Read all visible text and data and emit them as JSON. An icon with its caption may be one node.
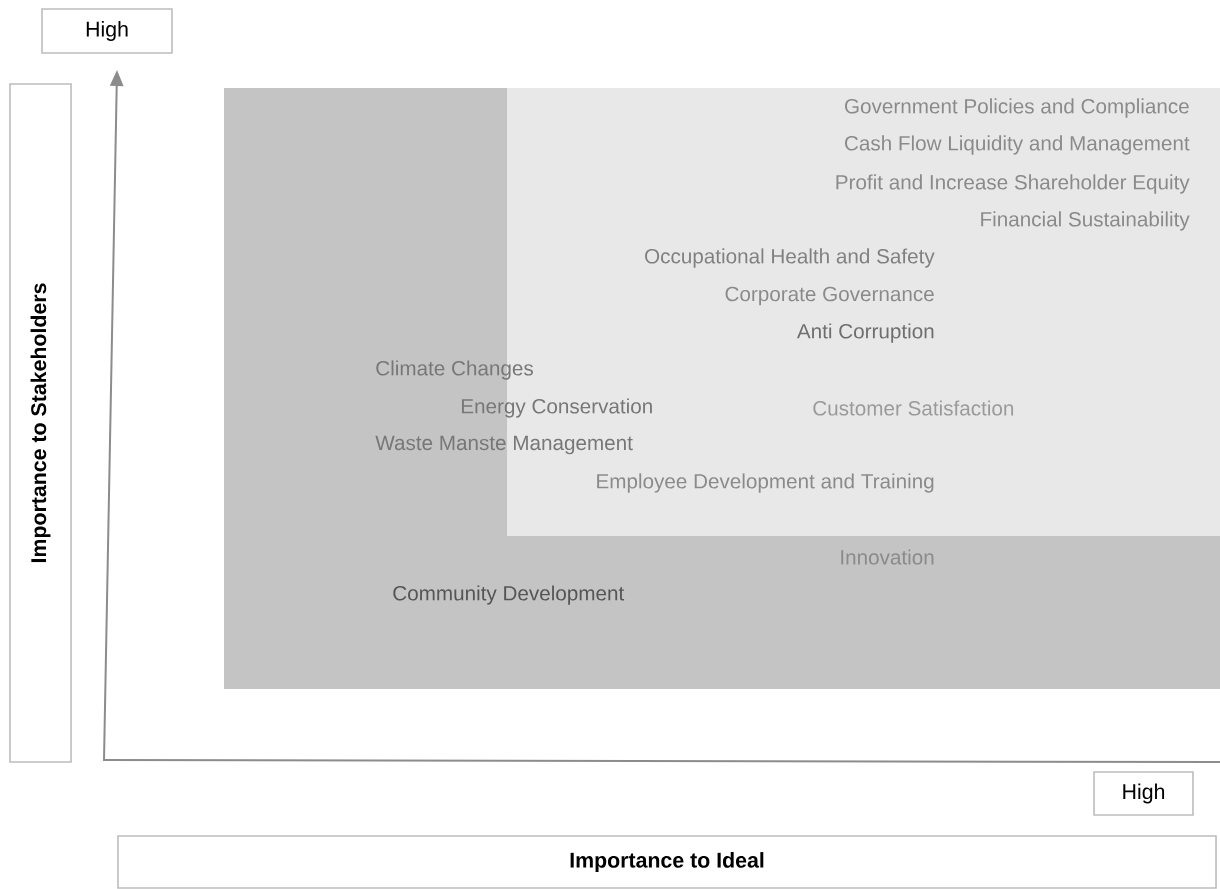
{
  "diagram": {
    "nodes": [
      {
        "text": [
          "High"
        ]
      },
      {
        "text": [
          "Importance to Stakeholders"
        ]
      },
      {
        "text": [
          "High"
        ]
      },
      {
        "text": [
          "Importance to Ideal"
        ]
      }
    ],
    "edges": [],
    "labels": [
      "Government Policies and Compliance",
      "Cash Flow Liquidity and Management",
      "Profit and Increase Shareholder Equity",
      "Financial Sustainability",
      "Occupational Health and Safety",
      "Corporate Governance",
      "Anti Corruption",
      "Climate Changes",
      "Energy Conservation",
      "Customer Satisfaction",
      "Waste Manste Management",
      "Employee Development and Training",
      "Innovation",
      "Community Development"
    ]
  }
}
